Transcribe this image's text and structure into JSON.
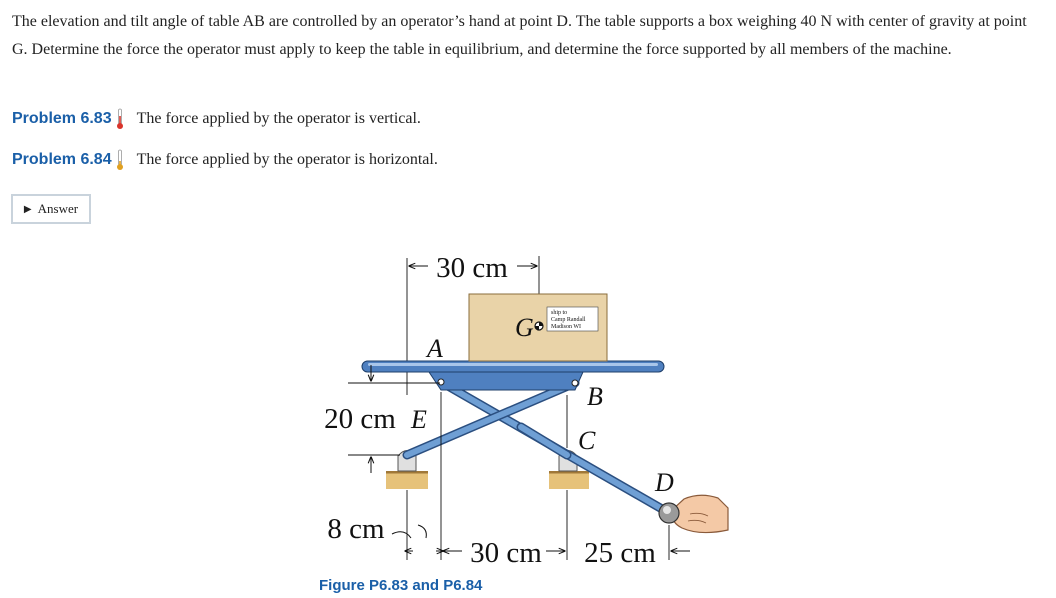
{
  "problem": {
    "statement": "The elevation and tilt angle of table AB are controlled by an operator’s hand at point D. The table supports a box weighing 40 N with center of gravity at point G. Determine the force the operator must apply to keep the table in equilibrium, and determine the force supported by all members of the machine.",
    "parts": [
      {
        "label": "Problem 6.83",
        "text": "The force applied by the operator is vertical."
      },
      {
        "label": "Problem 6.84",
        "text": "The force applied by the operator is horizontal."
      }
    ],
    "answer_label": "Answer"
  },
  "figure": {
    "caption": "Figure P6.83 and P6.84",
    "points": {
      "A": "A",
      "B": "B",
      "C": "C",
      "D": "D",
      "E": "E",
      "G": "G"
    },
    "dimensions": {
      "top": "30 cm",
      "height": "20 cm",
      "left_offset": "8 cm",
      "bottom_mid": "30 cm",
      "bottom_right": "25 cm"
    },
    "box_label": [
      "ship to",
      "Camp Randall",
      "Madison  WI"
    ]
  },
  "colors": {
    "link_blue": "#1a5fa8",
    "member_blue": "#5a8fc8",
    "table_blue": "#4f80c0",
    "box_tan": "#e9d3a8",
    "ground_tan": "#e6c27a",
    "skin": "#f4c9a6"
  }
}
